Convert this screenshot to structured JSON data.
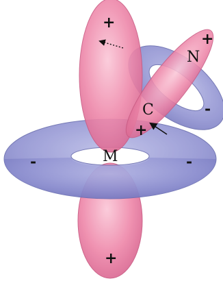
{
  "colors": {
    "pink_lobe": "#ee88aa",
    "pink_edge": "#c95a82",
    "blue_torus": "#8c8ed0",
    "blue_edge": "#5e62a8",
    "background": "#ffffff",
    "text": "#111111"
  },
  "labels": {
    "atom_m": "M",
    "atom_c": "C",
    "atom_n": "N",
    "sign_top_lobe": "+",
    "sign_bottom_lobe": "+",
    "sign_n_lobe": "+",
    "sign_c_lobe": "+",
    "sign_left_torus": "-",
    "sign_right_torus": "-",
    "sign_small_torus": "-"
  }
}
